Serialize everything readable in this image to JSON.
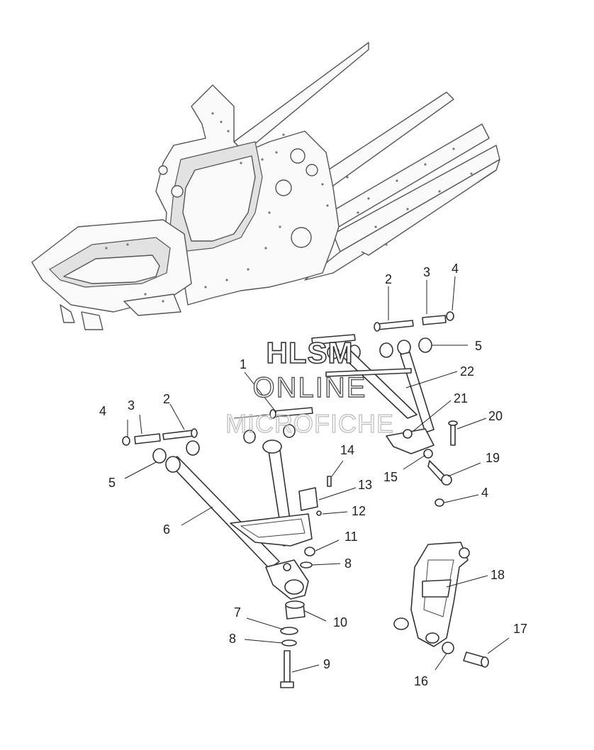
{
  "watermark": {
    "line1": "HLSM",
    "line2": "ONLINE",
    "line3": "MICROFICHE"
  },
  "callouts": {
    "c1": "1",
    "c2_upper": "2",
    "c3_upper": "3",
    "c4_upper": "4",
    "c5_upper": "5",
    "c22": "22",
    "c21": "21",
    "c20": "20",
    "c4_left": "4",
    "c3_left": "3",
    "c2_left": "2",
    "c5_left": "5",
    "c14": "14",
    "c13": "13",
    "c12": "12",
    "c15": "15",
    "c19": "19",
    "c4_right": "4",
    "c6": "6",
    "c11": "11",
    "c8_upper": "8",
    "c18": "18",
    "c7": "7",
    "c10": "10",
    "c8_lower": "8",
    "c9": "9",
    "c17": "17",
    "c16": "16"
  },
  "colors": {
    "line": "#333333",
    "watermark_stroke": "#333333"
  }
}
